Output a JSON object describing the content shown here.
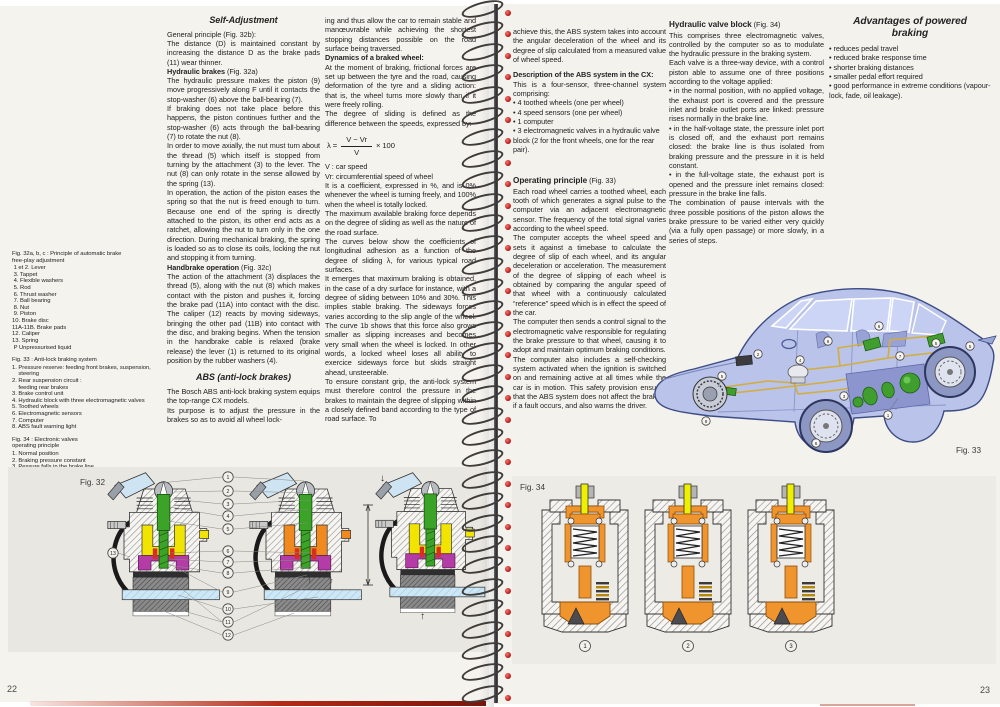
{
  "pn": {
    "l": "22",
    "r": "23"
  },
  "palette": {
    "paper": "#f5f3ee",
    "figure_panel": "#e9e7e1",
    "spiral_bead_red": "#c22018",
    "cover_edge_red": "#b42a16",
    "caliper_yellow": "#f0e400",
    "caliper_orange": "#f08a1e",
    "caliper_magenta": "#b33ca6",
    "caliper_green": "#3ba428",
    "disc_blue": "#cde7f6",
    "car_body_blue": "#bac3e9",
    "brake_line_yellow": "#d2ae3e",
    "component_green": "#3f9e2e",
    "warning_red": "#c43a2c",
    "valve_orange": "#f0952e",
    "valve_stem_yellow": "#eef000"
  },
  "lp": {
    "cap": {
      "t32": "Fig. 32a, b, c : Principle of automatic brake\nfree-play adjustment",
      "l32": " 1 et 2. Lever\n 3. Tappet\n 4. Flexible washers\n 5. Rod\n 6. Thrust washer\n 7. Ball bearing\n 8. Nut\n 9. Piston\n10. Brake disc\n11A-11B. Brake pads\n12. Caliper\n13. Spring\n P Unpressurised liquid",
      "t33": "Fig. 33 : Anti-lock braking system",
      "l33": "1. Pressure reserve: feeding front brakes, suspension,\n    steering\n2. Rear suspension circuit :\n    feeding rear brakes\n3. Brake control unit\n4. Hydraulic block with three electromagnetic valves\n5. Toothed wheels\n6. Electromagnetic sensors\n7. Computer\n8. ABS fault warning light",
      "t34": "Fig. 34 : Electronic valves\noperating principle",
      "l34": "1. Normal position\n2. Braking pressure constant\n3. Pessure falls in the brake line"
    },
    "c2": {
      "h0": "Self-Adjustment",
      "p1h": "General principle (Fig. 32b):",
      "p1": "The distance (D) is maintained constant by increasing the distance D as the brake pads (11) wear thinner.",
      "h2b": "Hydraulic brakes",
      "h2r": " (Fig. 32a)",
      "p2": "The hydraulic pressure makes the piston (9) move progressively along F until it contacts the stop-washer (6) above the ball-bearing (7).",
      "p3": "If braking does not take place before this happens, the piston continues further and the stop-washer (6) acts through the ball-bearing (7) to rotate the nut (8).",
      "p4": "In order to move axially, the nut must turn about the thread (5) which itself is stopped from turning by the attachment (3) to the lever. The nut (8) can only rotate in the sense allowed by the spring (13).",
      "p5": "In operation, the action of the piston eases the spring so that the nut is freed enough to turn. Because one end of the spring is directly attached to the piston, its other end acts as a ratchet, allowing the nut to turn only in the one direction. During mechanical braking, the spring is loaded so as to close its coils, locking the nut and stopping it from turning.",
      "h3b": "Handbrake operation",
      "h3r": " (Fig. 32c)",
      "p6": "The action of the attachment (3) displaces the thread (5), along with the nut (8) which makes contact with the piston and pushes it, forcing the brake pad (11A) into contact with the disc. The caliper (12) reacts by moving sideways, bringing the other pad (11B) into contact with the disc, and braking begins. When the tension in the handbrake cable is relaxed (brake release) the lever (1) is returned to its original position by the rubber washers (4).",
      "habs": "ABS (anti-lock brakes)",
      "p7": "The Bosch ABS anti-lock braking system equips the top-range CX models.",
      "p8": "Its purpose is to adjust the pressure in the brakes so as to avoid all wheel lock-"
    },
    "c3": {
      "p1": "ing and thus allow the car to remain stable and manœuvrable while achieving the shortest stopping distances possible on the road surface being traversed.",
      "h1": "Dynamics of a braked wheel:",
      "p2": "At the moment of braking, frictional forces are set up between the tyre and the road, causing deformation of the tyre and a sliding action: that is, the wheel turns more slowly than if it were freely rolling.",
      "p3": "The degree of sliding is defined as the difference between the speeds, expressed by:",
      "f_l": "λ =",
      "f_n": "V − Vr",
      "f_d": "V",
      "f_m": "× 100",
      "p4": "V : car speed\nVr: circumferential speed of wheel",
      "p5": "It is a coefficient, expressed in %, and is 0% whenever the wheel is turning freely, and 100% when the wheel is totally locked.",
      "p6": "The maximum available braking force depends on the degree of sliding as well as the nature of the road surface.",
      "p7": "The curves below show the coefficients of longitudinal adhesion as a function of the degree of sliding λ, for various typical road surfaces.",
      "p8": "It emerges that maximum braking is obtained, in the case of a dry surface for instance, with a degree of sliding between 10% and 30%. This implies stable braking. The sideways forces varies according to the slip angle of the wheel. The curve 1b shows that this force also grows smaller as slipping increases and becomes very small when the wheel is locked. In other words, a locked wheel loses all ability to exercice sideways force but skids straight ahead, unsteerable.",
      "p9": "To ensure constant grip, the anti-lock system must therefore control the pressure in the brakes to maintain the degree of slipping within a closely defined band according to the type of road surface. To"
    }
  },
  "rp": {
    "c1": {
      "p1": "achieve this, the ABS system takes into account the angular deceleration of the wheel and its degree of slip calculated from a measured value of wheel speed.",
      "h1": "Description of the ABS system in the CX:",
      "p2": "This is a four-sensor, three-channel system comprising:",
      "bl": "• 4 toothed wheels (one per wheel)\n• 4 speed sensors (one per wheel)\n• 1 computer\n• 3 electromagnetic valves in a hydraulic valve block (2 for the front wheels, one for the rear pair).",
      "h2b": "Operating principle",
      "h2r": " (Fig. 33)",
      "p3": "Each road wheel carries a toothed wheel, each tooth of which generates a signal pulse to the computer via an adjacent electromagnetic sensor. The frequency of the total signal varies according to the wheel speed.",
      "p4": "The computer accepts the wheel speed and sets it against a timebase to calculate the degree of slip of each wheel, and its angular deceleration or acceleration. The measurement of the degree of slipping of each wheel is obtained by comparing the angular speed of that wheel with a continuously calculated “reference” speed which is in effect the speed of the car.",
      "p5": "The computer then sends a control signal to the electromagnetic valve responsible for regulating the brake pressure to that wheel, causing it to adopt and maintain optimum braking conditions.",
      "p6": "The computer also includes a self-checking system activated when the ignition is switched on and remaining active at all times while the car is in motion. This safety provision ensures that the ABS system does not affect the braking if a fault occurs, and also warns the driver."
    },
    "c2": {
      "h1b": "Hydraulic valve block",
      "h1r": " (Fig. 34)",
      "p1": "This comprises three electromagnetic valves, controlled by the computer so as to modulate the hydraulic pressure in the braking system.",
      "p2": "Each valve is a three-way device, with a control piston able to assume one of three positions according to the voltage applied:",
      "b1": "• in the normal position, with no applied voltage, the exhaust port is covered and the pressure inlet and brake outlet ports are linked: pressure rises normally in the brake line.",
      "b2": "• in the half-voltage state, the pressure inlet port is closed off, and the exhaust port remains closed: the brake line is thus isolated from braking pressure and the pressure in it is held constant.",
      "b3": "• in the full-voltage state, the exhaust port is opened and the pressure inlet remains closed: pressure in the brake line falls.",
      "p3": "The combination of pause intervals with the three possible positions of the piston allows the brake pressure to be varied either very quickly (via a fully open passage) or more slowly, in a series of steps."
    },
    "c3": {
      "h": "Advantages of powered\nbraking",
      "bl": "• reduces pedal travel\n• reduced brake response time\n• shorter braking distances\n• smaller pedal effort required\n• good performance in extreme conditions (vapour-lock, fade, oil leakage)."
    }
  },
  "fg": {
    "f32": "Fig. 32",
    "f33": "Fig. 33",
    "f34": "Fig. 34",
    "c32": [
      "1",
      "2",
      "3",
      "4",
      "5",
      "6",
      "7",
      "8",
      "9",
      "10",
      "11",
      "12"
    ],
    "c13": "13",
    "c33": [
      "1",
      "2",
      "3",
      "4",
      "5",
      "6",
      "7",
      "8"
    ],
    "c34": [
      "1",
      "2",
      "3"
    ]
  }
}
